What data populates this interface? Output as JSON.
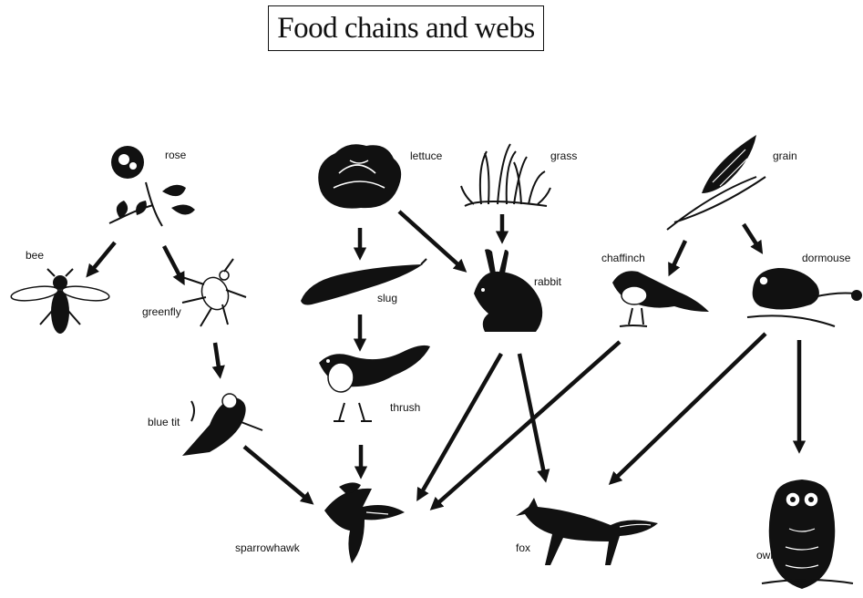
{
  "title": "Food chains and webs",
  "organisms": {
    "rose": "rose",
    "lettuce": "lettuce",
    "grass": "grass",
    "grain": "grain",
    "bee": "bee",
    "greenfly": "greenfly",
    "slug": "slug",
    "rabbit": "rabbit",
    "chaffinch": "chaffinch",
    "dormouse": "dormouse",
    "blue_tit": "blue tit",
    "thrush": "thrush",
    "sparrowhawk": "sparrowhawk",
    "fox": "fox",
    "owl": "owl"
  },
  "links": [
    {
      "from": "rose",
      "to": "bee"
    },
    {
      "from": "rose",
      "to": "greenfly"
    },
    {
      "from": "greenfly",
      "to": "blue tit"
    },
    {
      "from": "blue tit",
      "to": "sparrowhawk"
    },
    {
      "from": "lettuce",
      "to": "slug"
    },
    {
      "from": "lettuce",
      "to": "rabbit"
    },
    {
      "from": "slug",
      "to": "thrush"
    },
    {
      "from": "thrush",
      "to": "sparrowhawk"
    },
    {
      "from": "grass",
      "to": "rabbit"
    },
    {
      "from": "rabbit",
      "to": "sparrowhawk"
    },
    {
      "from": "rabbit",
      "to": "fox"
    },
    {
      "from": "grain",
      "to": "chaffinch"
    },
    {
      "from": "grain",
      "to": "dormouse"
    },
    {
      "from": "chaffinch",
      "to": "sparrowhawk"
    },
    {
      "from": "dormouse",
      "to": "fox"
    },
    {
      "from": "dormouse",
      "to": "owl"
    }
  ],
  "colors": {
    "ink": "#111111",
    "background": "#ffffff"
  }
}
